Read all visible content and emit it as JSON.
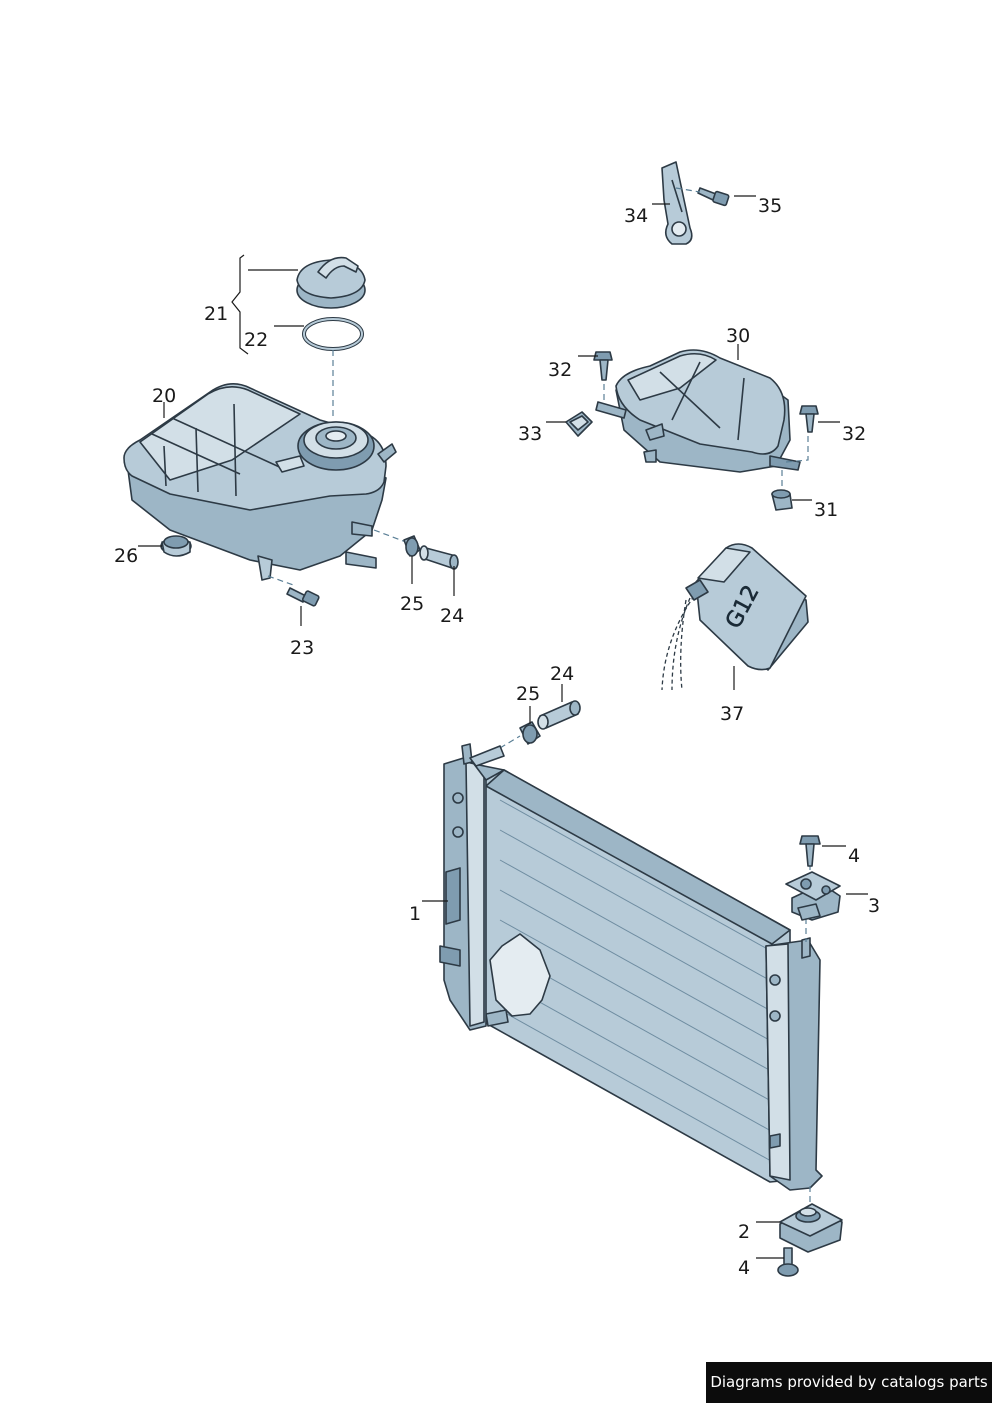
{
  "labels": {
    "p1": "1",
    "p2": "2",
    "p3": "3",
    "p4a": "4",
    "p4b": "4",
    "p20": "20",
    "p21": "21",
    "p22": "22",
    "p23": "23",
    "p24a": "24",
    "p24b": "24",
    "p25a": "25",
    "p25b": "25",
    "p26": "26",
    "p30": "30",
    "p31": "31",
    "p32a": "32",
    "p32b": "32",
    "p33": "33",
    "p34": "34",
    "p35": "35",
    "p37": "37"
  },
  "bottle_text": "G12",
  "credit": "Diagrams provided by catalogs parts"
}
